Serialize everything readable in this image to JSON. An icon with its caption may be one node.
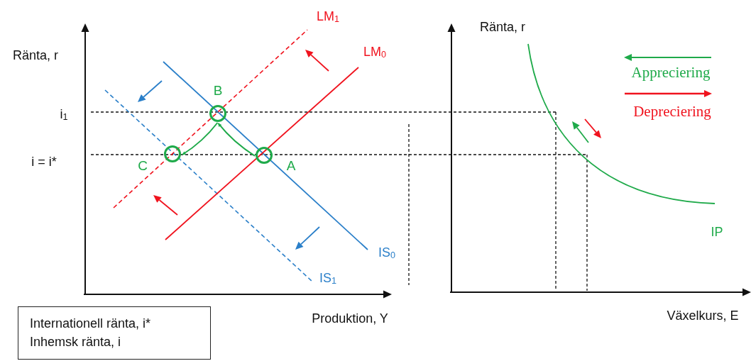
{
  "diagram": {
    "nodes": [
      {
        "text": [
          "Internationell ränta, i*",
          "Inhemsk ränta, i"
        ]
      },
      {
        "text": [],
        "shape": "circle",
        "beside": [
          "B"
        ]
      },
      {
        "text": [],
        "shape": "circle",
        "beside": [
          "C"
        ]
      },
      {
        "text": [],
        "shape": "circle",
        "beside": [
          "A"
        ]
      }
    ],
    "edges": [
      {
        "from": 3,
        "to": 1,
        "arrow": "to"
      },
      {
        "from": 1,
        "to": 2,
        "arrow": "to"
      }
    ],
    "labels": [
      "LM$_{1}$",
      "Ränta, r",
      "Ränta, r",
      "LM$_{0}$",
      "Appreciering",
      "Depreciering",
      "i$_{1}$",
      "i = i*",
      "IP",
      "IS$_{0}$",
      "IS$_{1}$",
      "Produktion, Y",
      "Växelkurs, E"
    ]
  }
}
